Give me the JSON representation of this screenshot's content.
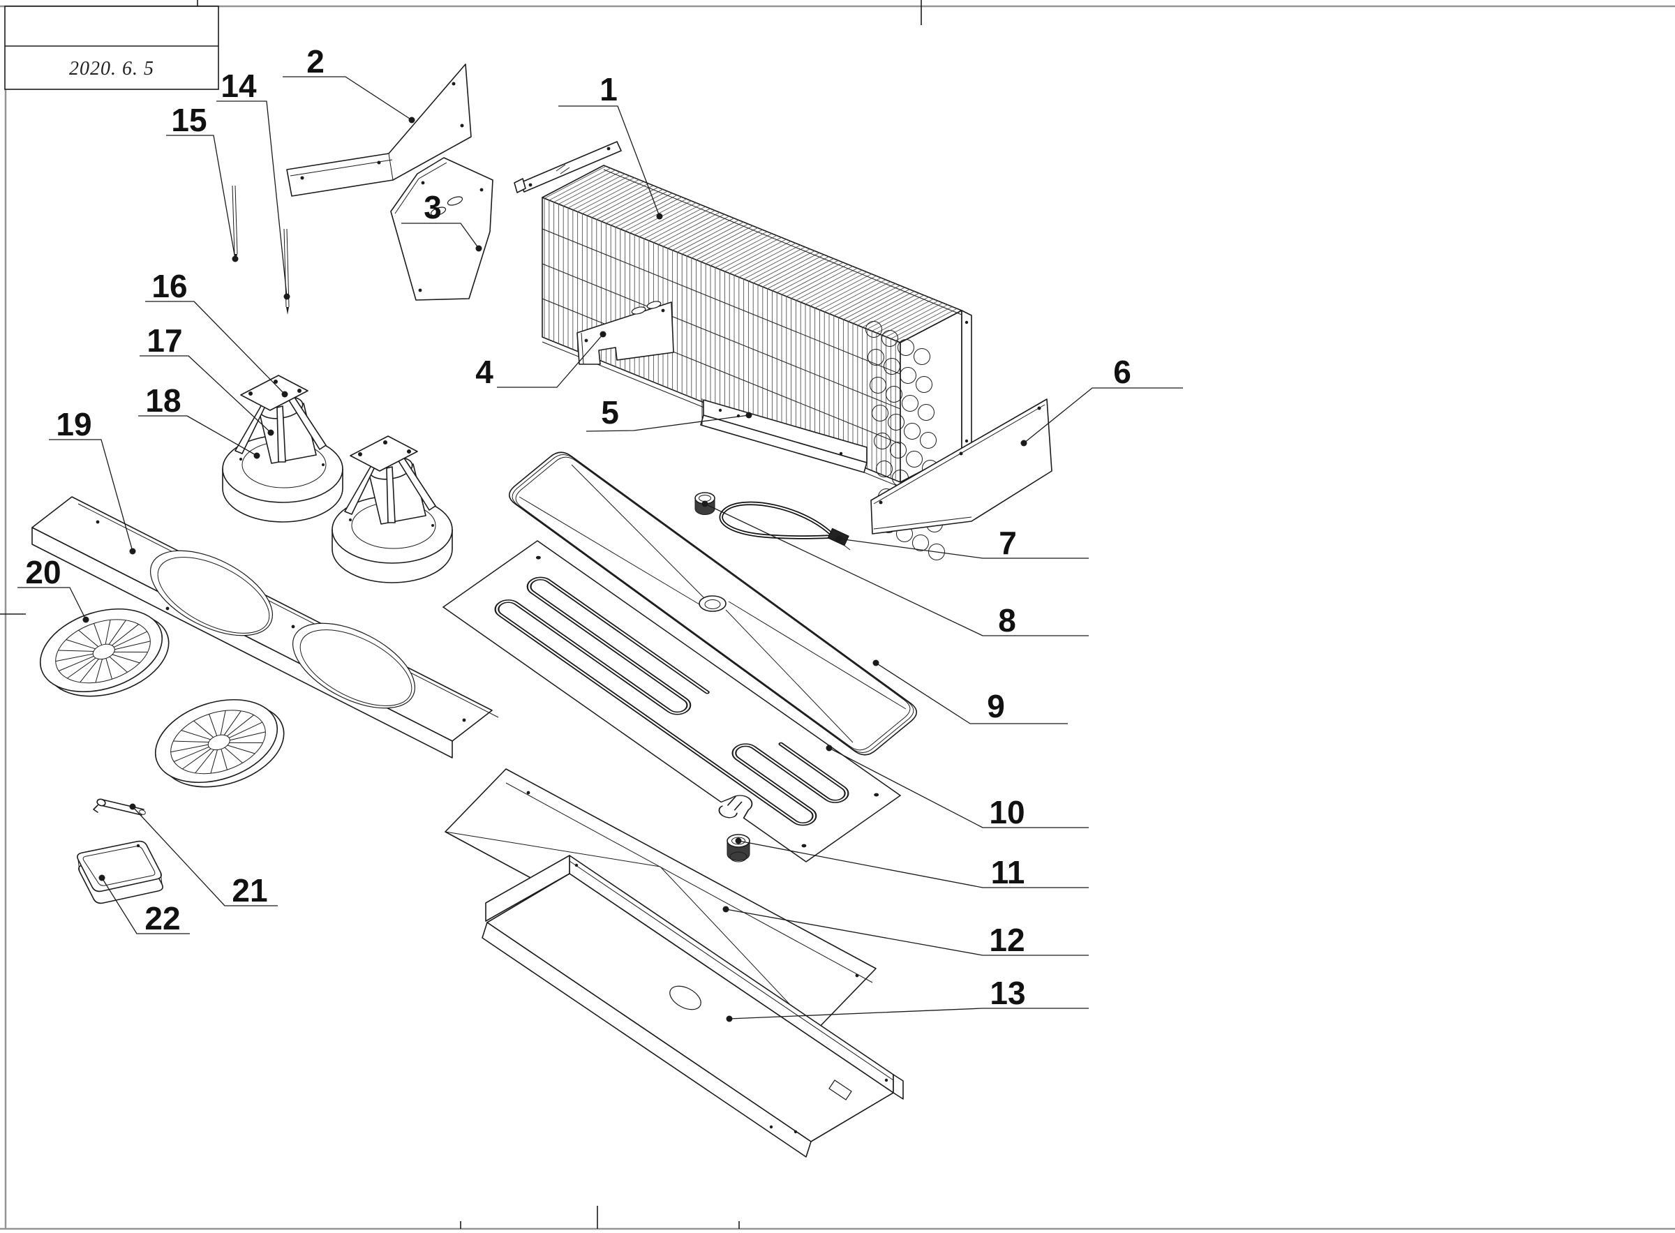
{
  "title_block": {
    "date": "2020. 6. 5"
  },
  "parts": [
    {
      "num": "1"
    },
    {
      "num": "2"
    },
    {
      "num": "3"
    },
    {
      "num": "4"
    },
    {
      "num": "5"
    },
    {
      "num": "6"
    },
    {
      "num": "7"
    },
    {
      "num": "8"
    },
    {
      "num": "9"
    },
    {
      "num": "10"
    },
    {
      "num": "11"
    },
    {
      "num": "12"
    },
    {
      "num": "13"
    },
    {
      "num": "14"
    },
    {
      "num": "15"
    },
    {
      "num": "16"
    },
    {
      "num": "17"
    },
    {
      "num": "18"
    },
    {
      "num": "19"
    },
    {
      "num": "20"
    },
    {
      "num": "21"
    },
    {
      "num": "22"
    }
  ],
  "colors": {
    "line": "#1b1b1b",
    "frame": "#949494",
    "background": "#ffffff"
  }
}
